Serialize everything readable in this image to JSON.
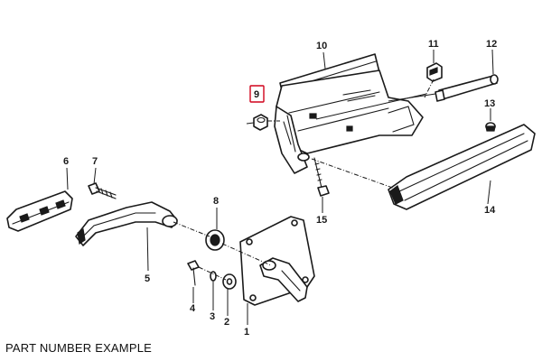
{
  "caption": "PART NUMBER EXAMPLE",
  "highlight_color": "#d0021b",
  "callouts": {
    "c1": "1",
    "c2": "2",
    "c3": "3",
    "c4": "4",
    "c5": "5",
    "c6": "6",
    "c7": "7",
    "c8": "8",
    "c9": "9",
    "c10": "10",
    "c11": "11",
    "c12": "12",
    "c13": "13",
    "c14": "14",
    "c15": "15"
  }
}
